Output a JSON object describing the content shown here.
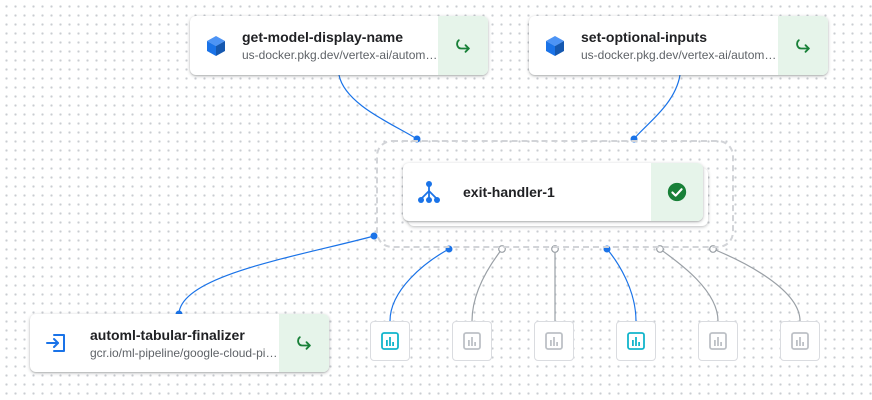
{
  "nodes": {
    "get_model_display_name": {
      "title": "get-model-display-name",
      "subtitle": "us-docker.pkg.dev/vertex-ai/automl-tabular/prediction-server",
      "status": "cached"
    },
    "set_optional_inputs": {
      "title": "set-optional-inputs",
      "subtitle": "us-docker.pkg.dev/vertex-ai/automl-tabular/prediction-server",
      "status": "cached"
    },
    "exit_handler": {
      "title": "exit-handler-1",
      "status": "succeeded"
    },
    "automl_tabular_finalizer": {
      "title": "automl-tabular-finalizer",
      "subtitle": "gcr.io/ml-pipeline/google-cloud-pipeline-components",
      "status": "cached"
    }
  },
  "icons": {
    "component": "cube-icon",
    "exit_handler": "pipeline-graph-icon",
    "finalizer": "input-arrow-icon",
    "cached": "cached-redo-icon",
    "succeeded": "check-circle-icon",
    "artifact": "bar-chart-icon"
  },
  "artifacts": [
    {
      "state": "active"
    },
    {
      "state": "inactive"
    },
    {
      "state": "inactive"
    },
    {
      "state": "active"
    },
    {
      "state": "inactive"
    },
    {
      "state": "inactive"
    }
  ],
  "colors": {
    "edge_active": "#1a73e8",
    "edge_inactive": "#9aa0a6",
    "cube": "#1a73e8",
    "cached_arrow": "#188038",
    "status_bg": "#e6f4ea",
    "success": "#188038",
    "artifact_active": "#12b5cb",
    "artifact_inactive": "#bdc1c6"
  }
}
